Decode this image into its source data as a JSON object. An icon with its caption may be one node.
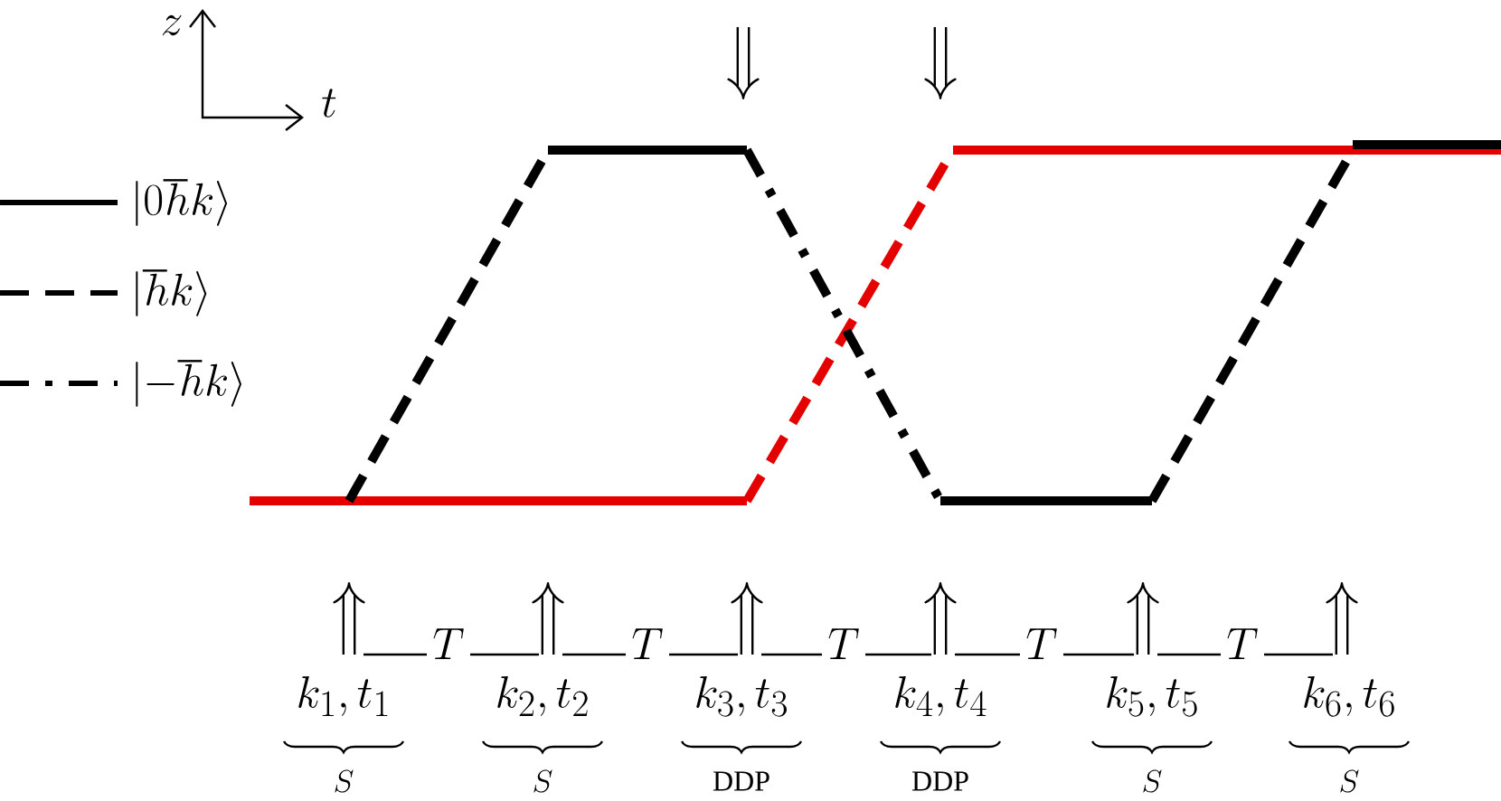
{
  "diagram": {
    "labels": [
      "z",
      "t",
      "T",
      "T",
      "T",
      "T",
      "T",
      "k_{1}, t_{1}",
      "k_{2}, t_{2}",
      "k_{3}, t_{3}",
      "k_{4}, t_{4}",
      "k_{5}, t_{5}",
      "k_{6}, t_{6}",
      "S",
      "S",
      "\\mathrm{DDP}",
      "\\mathrm{DDP}",
      "S",
      "S"
    ],
    "legend": [
      {
        "text": "\\left|0\\hbar k\\right\\rangle"
      },
      {
        "text": "\\left|\\hbar k\\right\\rangle"
      },
      {
        "text": "\\left|-\\hbar k\\right\\rangle"
      }
    ]
  }
}
